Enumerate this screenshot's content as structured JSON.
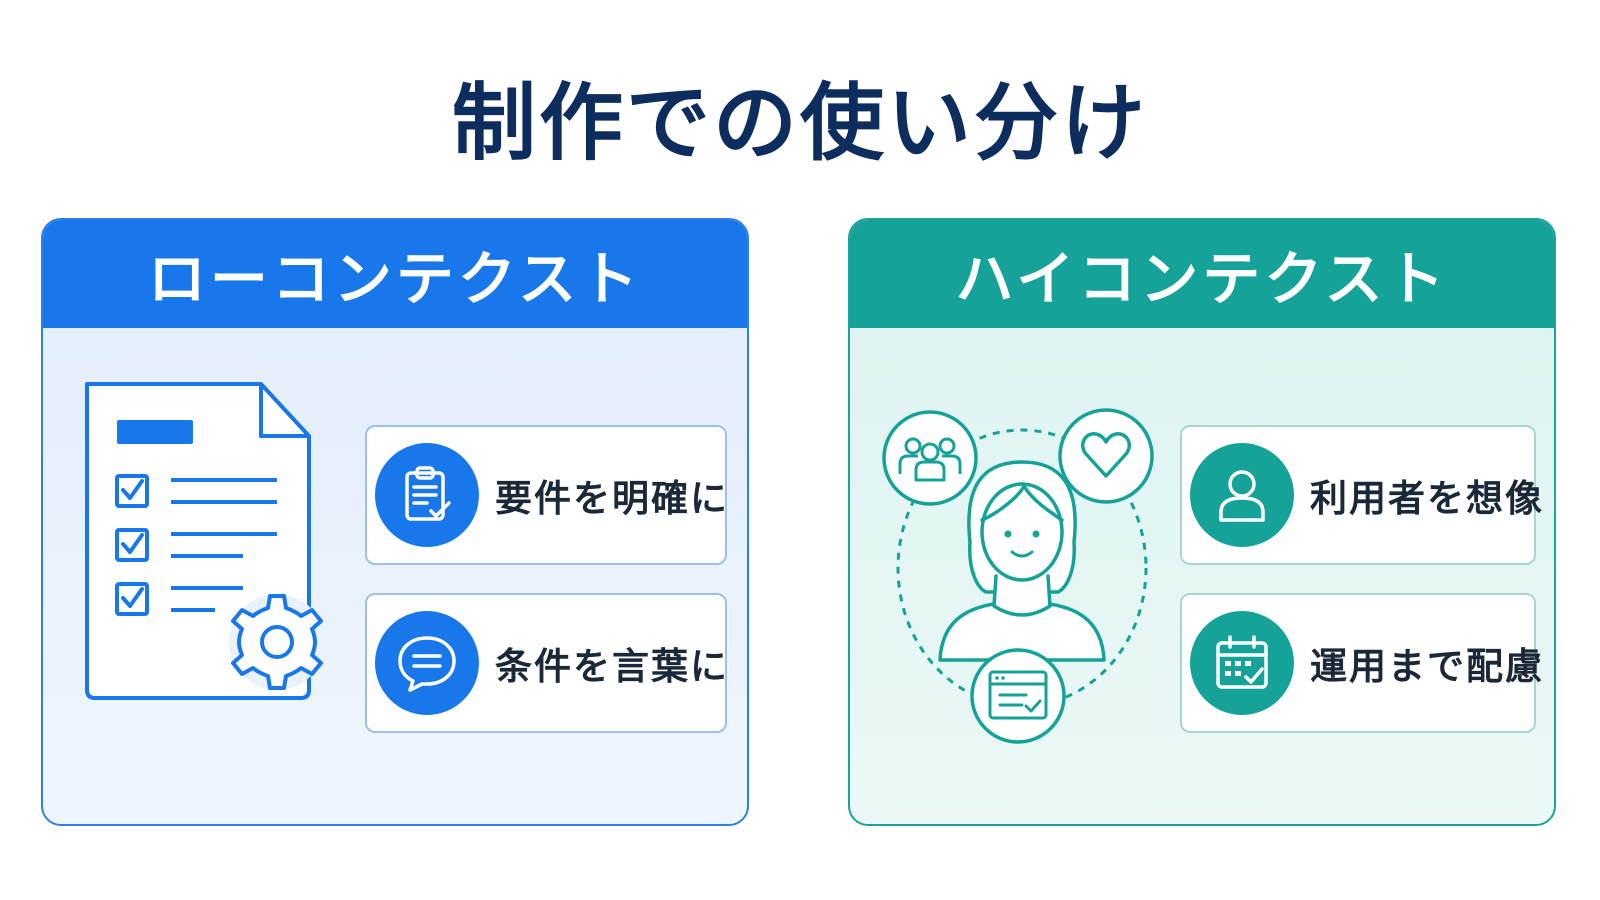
{
  "title": "制作での使い分け",
  "left_panel": {
    "heading": "ローコンテクスト",
    "items": [
      {
        "label": "要件を明確に",
        "icon": "clipboard-check-icon"
      },
      {
        "label": "条件を言葉に",
        "icon": "chat-bubble-icon"
      }
    ],
    "illustration": "checklist-document-gear-icon"
  },
  "right_panel": {
    "heading": "ハイコンテクスト",
    "items": [
      {
        "label": "利用者を想像",
        "icon": "user-icon"
      },
      {
        "label": "運用まで配慮",
        "icon": "calendar-check-icon"
      }
    ],
    "illustration": "person-with-orbiting-icons"
  },
  "colors": {
    "title": "#0d2d5e",
    "low_context_accent": "#1877ea",
    "high_context_accent": "#14a299"
  }
}
